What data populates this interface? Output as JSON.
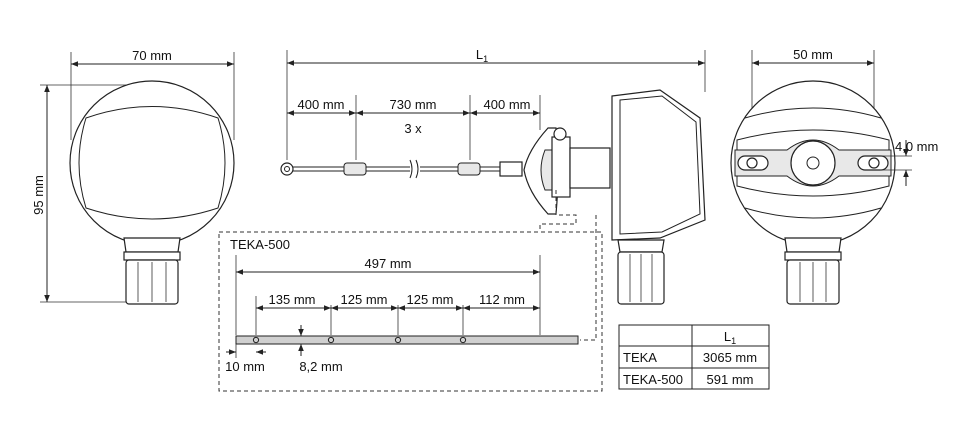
{
  "dimensions": {
    "front_width": "70 mm",
    "front_height": "95 mm",
    "length_label": "L",
    "length_sub": "1",
    "cable_a": "400 mm",
    "cable_b": "730 mm",
    "cable_c": "400 mm",
    "repeat": "3 x",
    "side_width": "50 mm",
    "slot_width": "4,0 mm"
  },
  "teka500": {
    "title": "TEKA-500",
    "total": "497 mm",
    "seg1": "135 mm",
    "seg2": "125 mm",
    "seg3": "125 mm",
    "seg4": "112 mm",
    "offset": "10 mm",
    "height": "8,2 mm"
  },
  "table": {
    "header_label": "L",
    "header_sub": "1",
    "rows": [
      {
        "model": "TEKA",
        "value": "3065 mm"
      },
      {
        "model": "TEKA-500",
        "value": "591 mm"
      }
    ]
  }
}
